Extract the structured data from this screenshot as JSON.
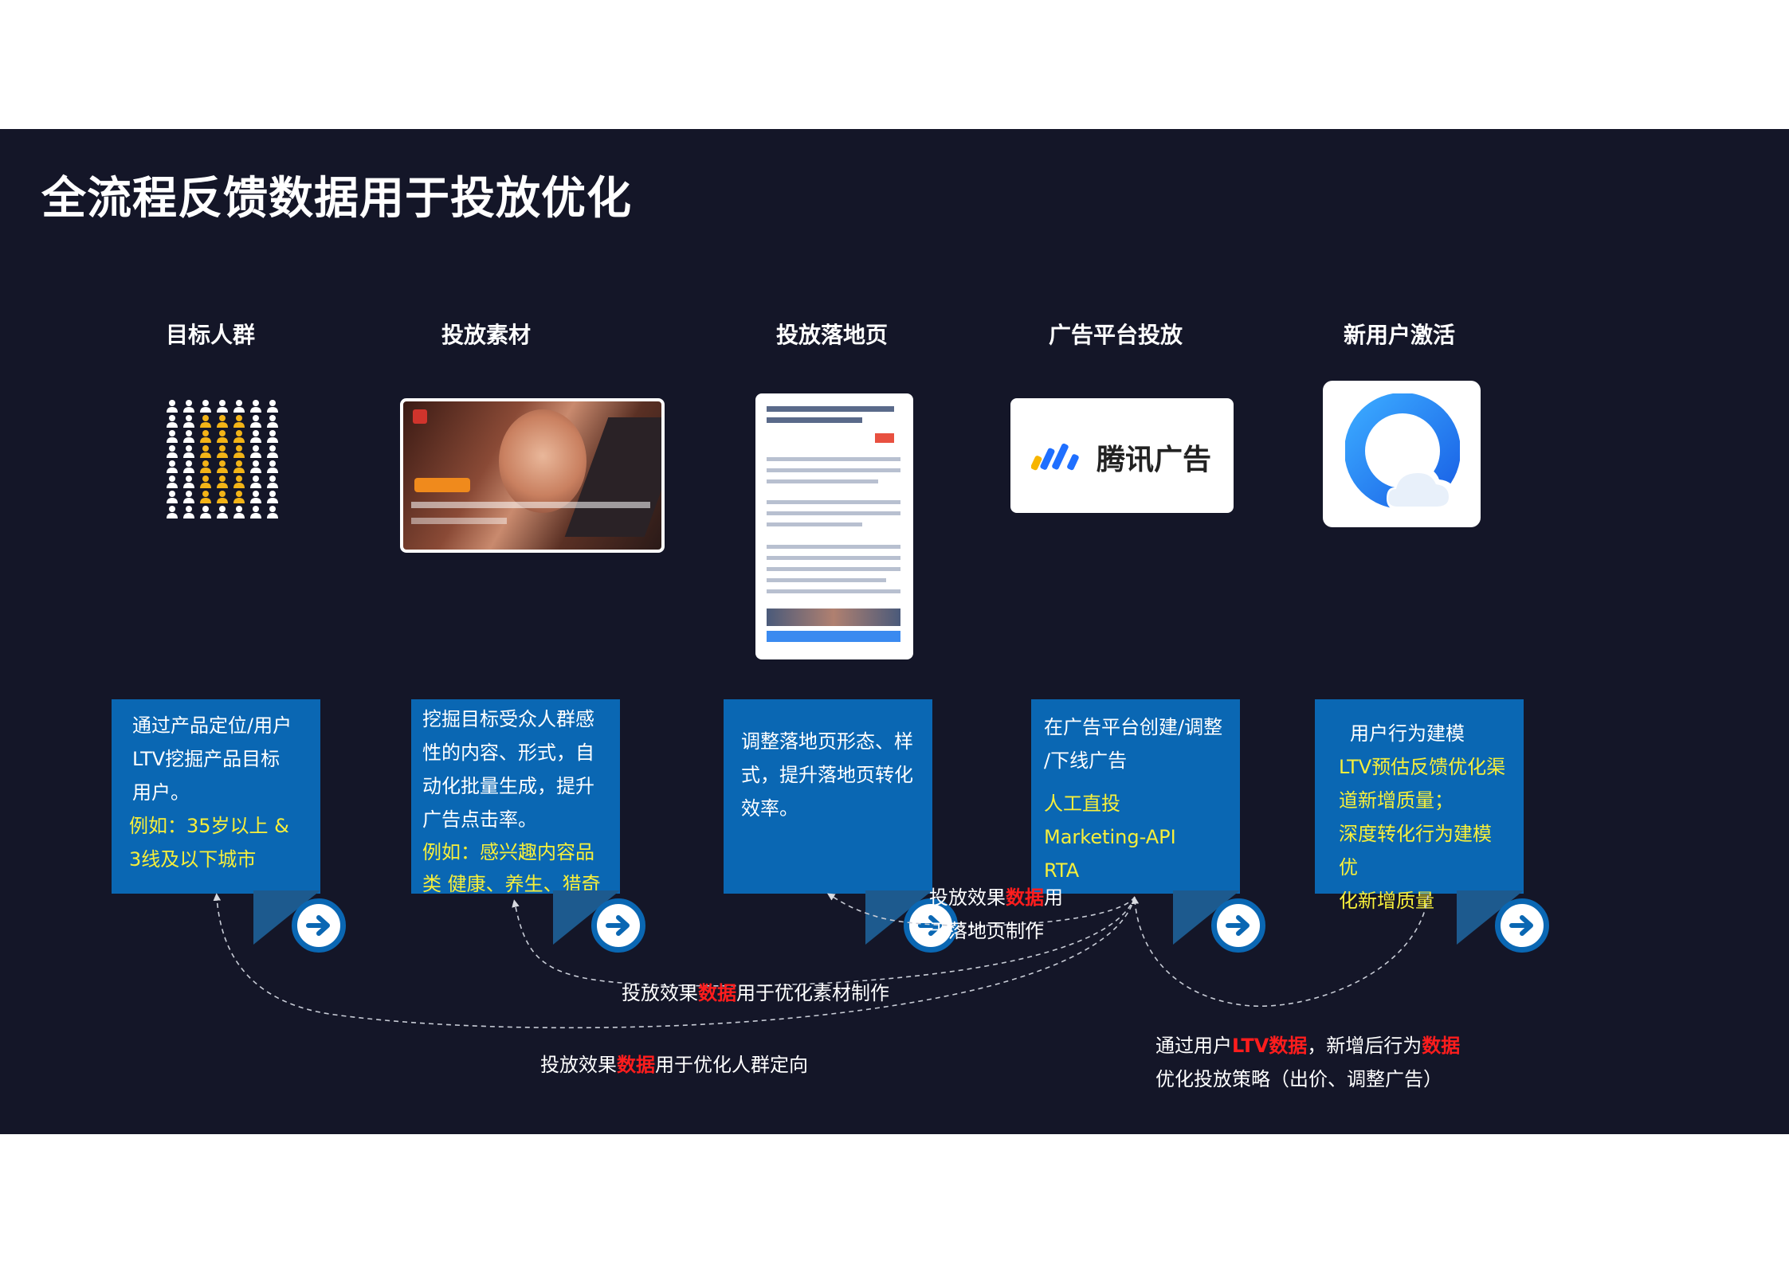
{
  "title": "全流程反馈数据用于投放优化",
  "stages": [
    {
      "label": "目标人群"
    },
    {
      "label": "投放素材"
    },
    {
      "label": "投放落地页"
    },
    {
      "label": "广告平台投放"
    },
    {
      "label": "新用户激活"
    }
  ],
  "logo_text": "腾讯广告",
  "cards": {
    "c1": {
      "line1": "通过产品定位/用户",
      "line2": "LTV挖掘产品目标",
      "line3": "用户。",
      "y1": "例如：35岁以上 &",
      "y2": "3线及以下城市"
    },
    "c2": {
      "line1": "挖掘目标受众人群感",
      "line2": "性的内容、形式，自",
      "line3": "动化批量生成，提升",
      "line4": "广告点击率。",
      "y1": "例如：感兴趣内容品",
      "y2": "类 健康、养生、猎奇"
    },
    "c3": {
      "line1": "调整落地页形态、样",
      "line2": "式，提升落地页转化",
      "line3": "效率。"
    },
    "c4": {
      "line1": "在广告平台创建/调整",
      "line2": "/下线广告",
      "y1": "人工直投",
      "y2": "Marketing-API",
      "y3": "RTA"
    },
    "c5": {
      "line1": "用户行为建模",
      "y1": "LTV预估反馈优化渠",
      "y2": "道新增质量；",
      "y3": "深度转化行为建模优",
      "y4": "化新增质量"
    }
  },
  "notes": {
    "n1": {
      "pre": "投放效果",
      "red": "数据",
      "post": "用",
      "line2": "于落地页制作"
    },
    "n2": {
      "pre": "投放效果",
      "red": "数据",
      "post": "用于优化素材制作"
    },
    "n3": {
      "pre": "投放效果",
      "red": "数据",
      "post": "用于优化人群定向"
    },
    "n4": {
      "pre": "通过用户",
      "red": "LTV数据",
      "mid": "，新增后行为",
      "red2": "数据",
      "line2": "优化投放策略（出价、调整广告）"
    }
  },
  "colors": {
    "background": "#141628",
    "card": "#0a67b3",
    "highlight": "#f7ef3b",
    "accent_red": "#ff1d1d"
  }
}
